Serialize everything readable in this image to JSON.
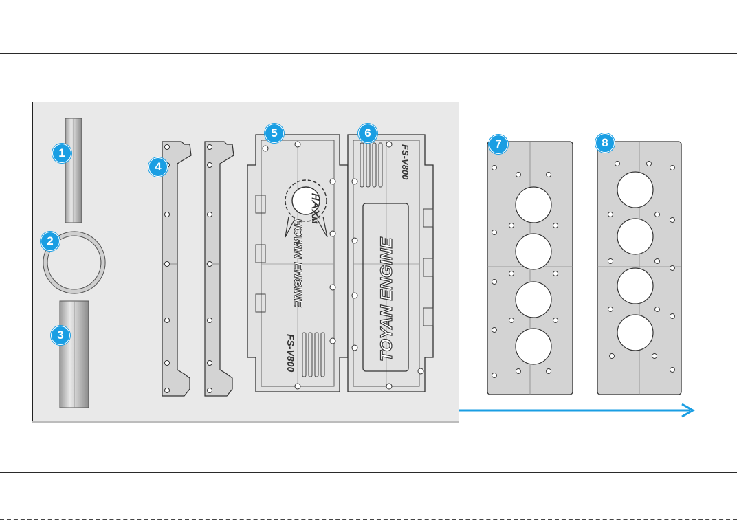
{
  "parts": {
    "badges": [
      "1",
      "2",
      "3",
      "4",
      "5",
      "6",
      "7",
      "8"
    ],
    "cover_left": {
      "emblem_text": "ᕼᗅ᙭ᴍ",
      "title": "HOWIN ENGINE",
      "model": "FS-V800"
    },
    "cover_right": {
      "title": "TOYAN ENGINE",
      "model": "FS-V800"
    }
  },
  "colors": {
    "badge": "#1a9ee3",
    "arrow": "#1a9ee3",
    "part_fill": "#d3d3d3",
    "panel": "#e9e9e9"
  }
}
